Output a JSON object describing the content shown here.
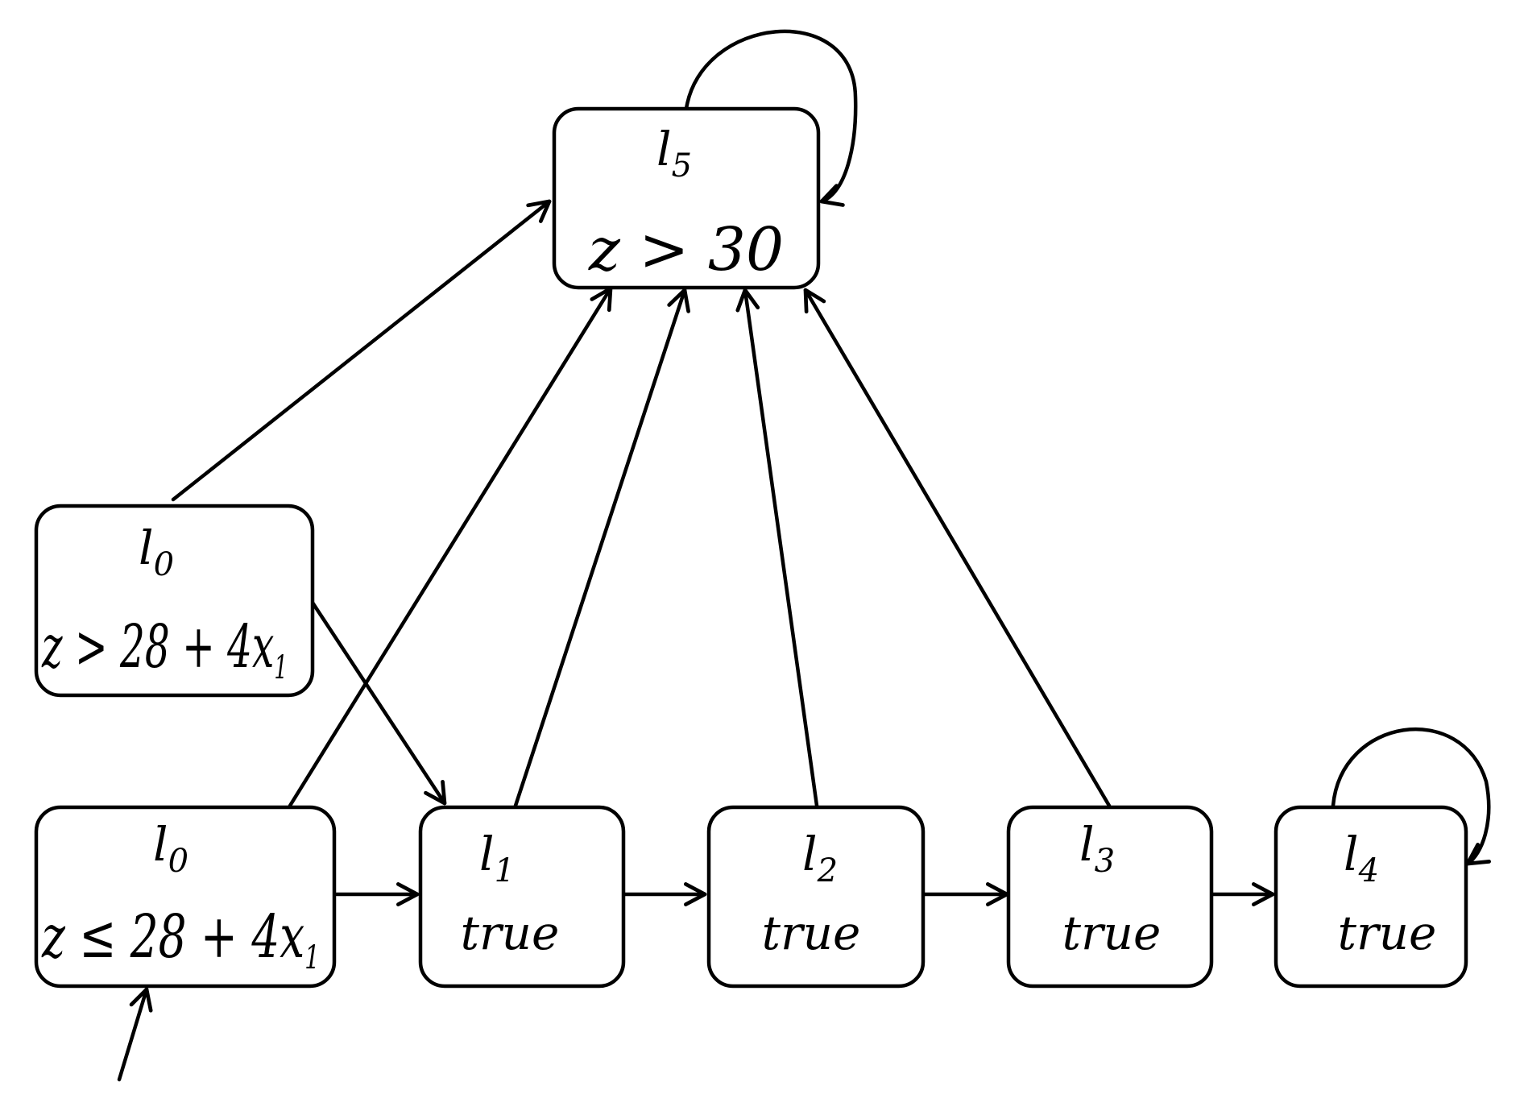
{
  "nodes": {
    "l5": {
      "location": "l",
      "index": "5",
      "invariant": "z > 30"
    },
    "l0a": {
      "location": "l",
      "index": "0",
      "invariant_lhs": "z > 28 + 4x",
      "invariant_sub": "1"
    },
    "l0b": {
      "location": "l",
      "index": "0",
      "invariant_lhs": "z ≤ 28 + 4x",
      "invariant_sub": "1"
    },
    "l1": {
      "location": "l",
      "index": "1",
      "invariant": "true"
    },
    "l2": {
      "location": "l",
      "index": "2",
      "invariant": "true"
    },
    "l3": {
      "location": "l",
      "index": "3",
      "invariant": "true"
    },
    "l4": {
      "location": "l",
      "index": "4",
      "invariant": "true"
    }
  },
  "colors": {
    "stroke": "#000000",
    "fill": "#ffffff"
  }
}
